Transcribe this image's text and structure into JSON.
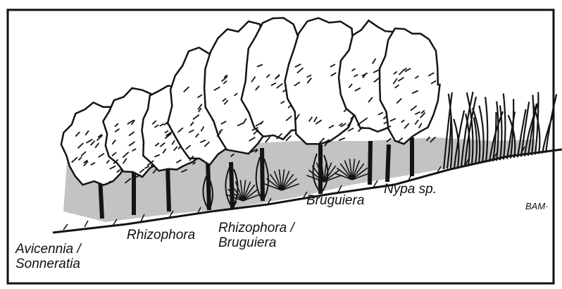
{
  "zones": [
    {
      "id": "avicennia",
      "line1": "Avicennia /",
      "line2": "Sonneratia"
    },
    {
      "id": "rhizophora",
      "line1": "Rhizophora"
    },
    {
      "id": "rhizophora-bruguiera",
      "line1": "Rhizophora /",
      "line2": "Bruguiera"
    },
    {
      "id": "bruguiera",
      "line1": "Bruguiera"
    },
    {
      "id": "nypa",
      "line1": "Nypa sp."
    }
  ],
  "artist_mark": "BAM·",
  "colors": {
    "frame": "#111111",
    "shade": "#c3c3c3",
    "ink": "#141414",
    "background": "#ffffff"
  }
}
